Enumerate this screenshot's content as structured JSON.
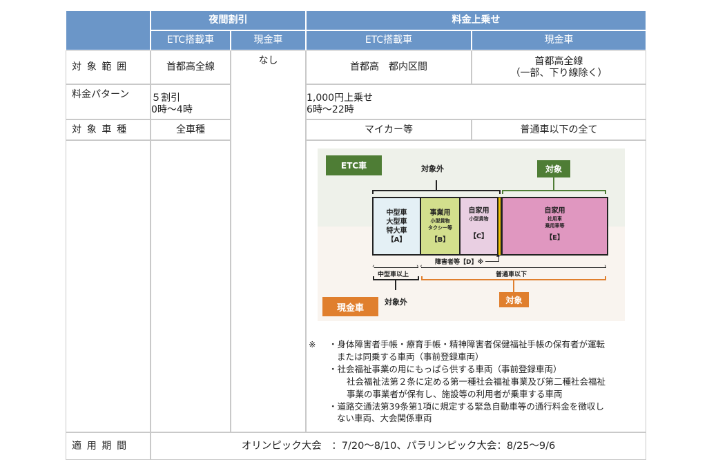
{
  "header": {
    "night_discount": "夜間割引",
    "surcharge": "料金上乗せ",
    "etc": "ETC搭載車",
    "cash": "現金車"
  },
  "rows": {
    "scope": {
      "label": "対象範囲",
      "night_etc": "首都高全線",
      "night_cash": "なし",
      "sur_etc": "首都高　都内区間",
      "sur_cash_1": "首都高全線",
      "sur_cash_2": "（一部、下り線除く）"
    },
    "pattern": {
      "label": "料金パターン",
      "night_1": "５割引",
      "night_2": "0時～4時",
      "sur_1": "1,000円上乗せ",
      "sur_2": "6時～22時"
    },
    "vehicle": {
      "label": "対象車種",
      "night": "全車種",
      "sur_etc": "マイカー等",
      "sur_cash": "普通車以下の全て"
    },
    "period": {
      "label": "適用期間",
      "value": "オリンピック大会　：7/20～8/10、パラリンピック大会：8/25～9/6"
    }
  },
  "diagram": {
    "etc_label": "ETC車",
    "cash_label": "現金車",
    "excluded": "対象外",
    "included": "対象",
    "box_a": [
      "中型車",
      "大型車",
      "特大車",
      "【A】"
    ],
    "box_b": {
      "title": "事業用",
      "sub1": "小型貨物",
      "sub2": "タクシー等",
      "code": "【B】"
    },
    "box_c": {
      "title": "自家用",
      "sub1": "小型貨物",
      "code": "【C】"
    },
    "box_e": {
      "title": "自家用",
      "sub1": "社用車",
      "sub2": "乗用車等",
      "code": "【E】"
    },
    "disabled": "障害者等【D】※",
    "medium_up": "中型車以上",
    "standard_down": "普通車以下",
    "colors": {
      "etc": "#4e7d35",
      "cash": "#e07f2e",
      "a": "#e4f0f5",
      "b": "#d3df8d",
      "c": "#e9cfe2",
      "d": "#f2c500",
      "e": "#e097c0"
    }
  },
  "notes": {
    "mark": "※",
    "lines": [
      "・身体障害者手帳・療育手帳・精神障害者保健福祉手帳の保有者が運転",
      "または同乗する車両（事前登録車両）",
      "・社会福祉事業の用にもっぱら供する車両（事前登録車両）",
      "社会福祉法第２条に定める第一種社会福祉事業及び第二種社会福祉",
      "事業の事業者が保有し、施設等の利用者が乗車する車両",
      "・道路交通法第39条第1項に規定する緊急自動車等の通行料金を徴収し",
      "ない車両、大会関係車両"
    ]
  }
}
